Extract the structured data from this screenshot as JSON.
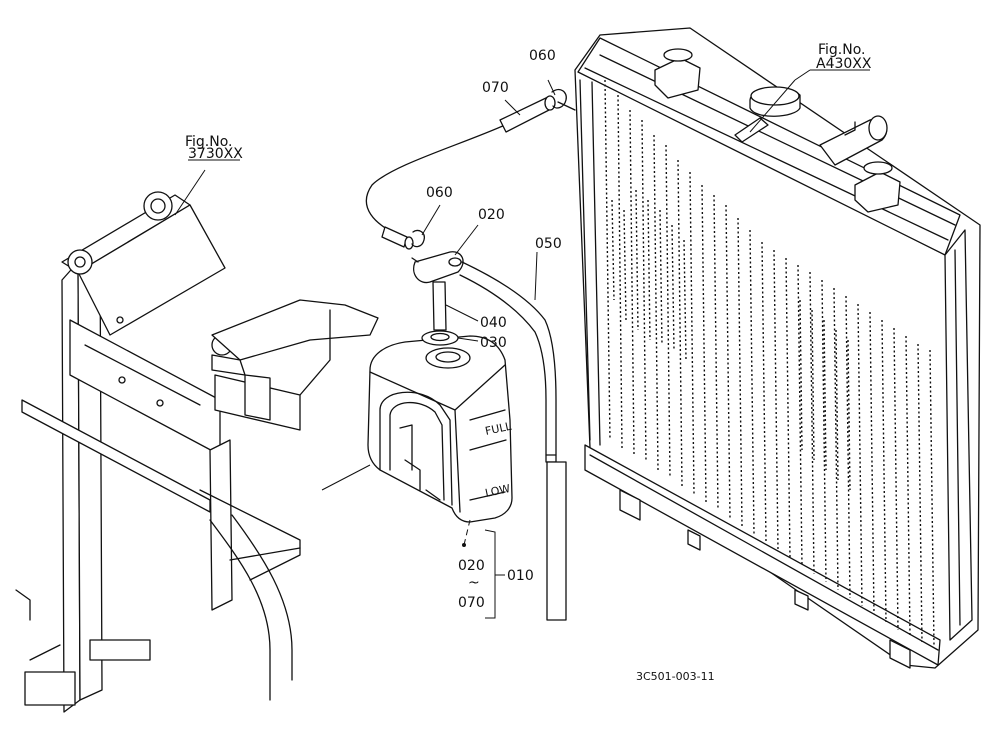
{
  "labels": {
    "part_010": "010",
    "part_020": "020",
    "part_020_range_start": "020",
    "part_030": "030",
    "part_040": "040",
    "part_050": "050",
    "part_060_upper": "060",
    "part_060_lower": "060",
    "part_070": "070",
    "part_070_range_end": "070",
    "range_tilde": "~"
  },
  "references": {
    "frame_fig_label": "Fig.No.",
    "frame_fig_number": "3730XX",
    "radiator_fig_label": "Fig.No.",
    "radiator_fig_number": "A430XX"
  },
  "tank_markings": {
    "full": "FULL",
    "low": "LOW"
  },
  "drawing_code": "3C501-003-11"
}
